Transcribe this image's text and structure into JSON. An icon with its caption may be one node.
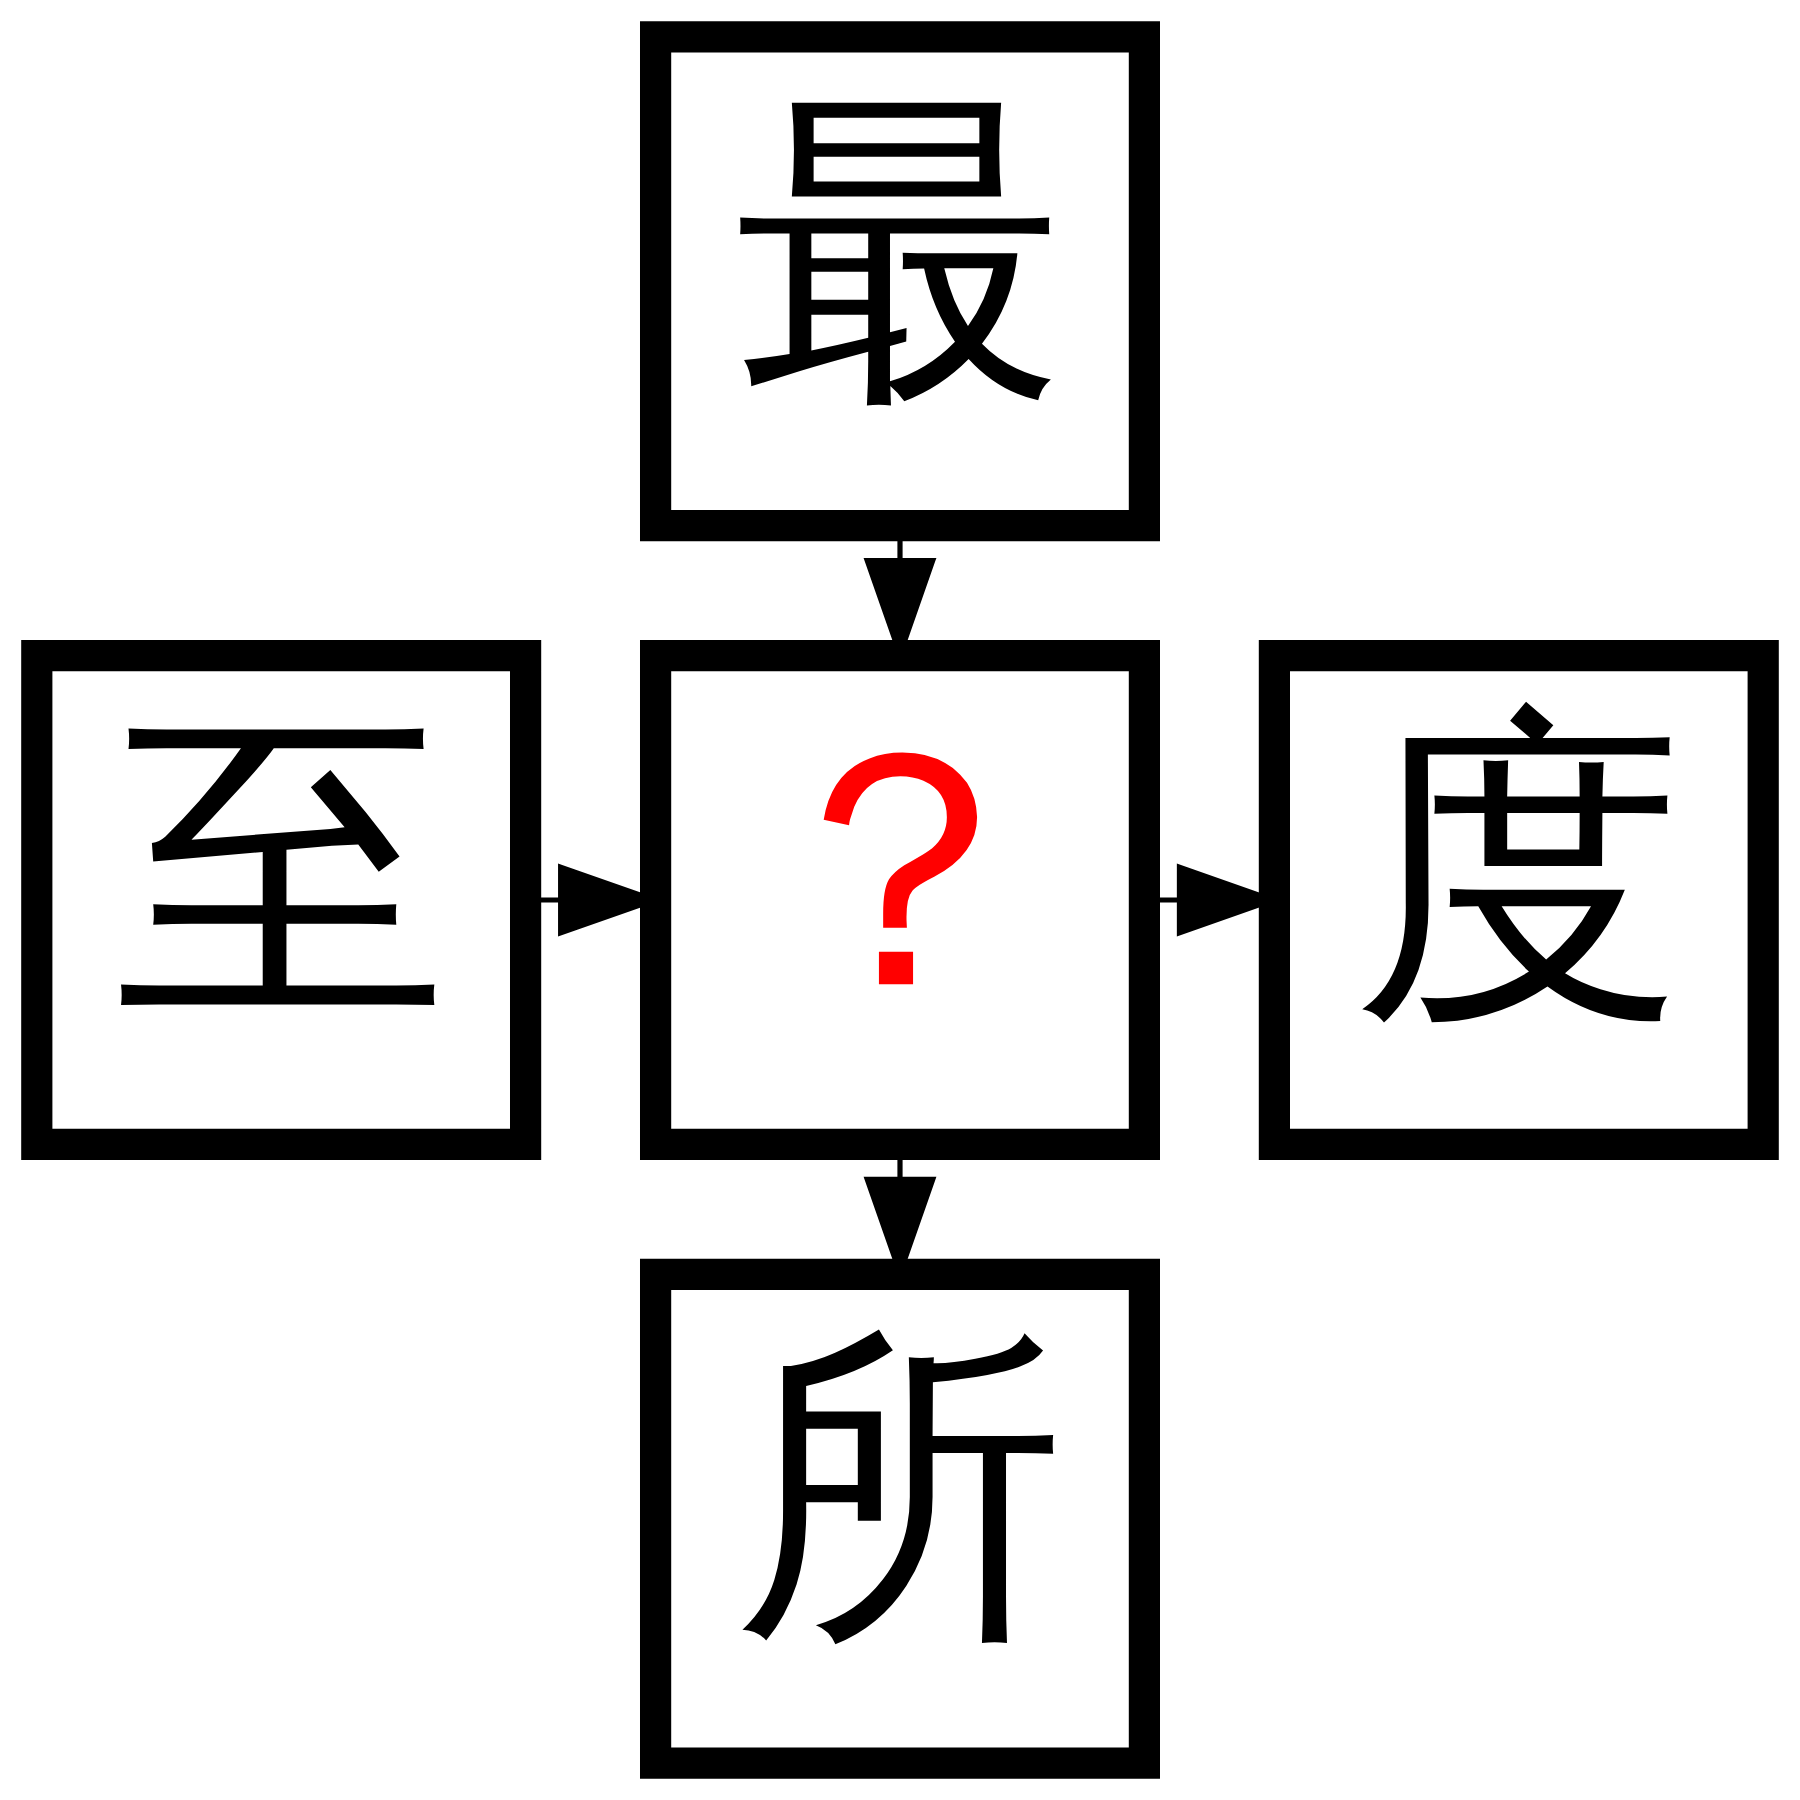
{
  "diagram": {
    "nodes": [
      {
        "text": [
          "最"
        ]
      },
      {
        "text": [
          "至"
        ]
      },
      {
        "text": [
          "？"
        ]
      },
      {
        "text": [
          "度"
        ]
      },
      {
        "text": [
          "所"
        ]
      }
    ],
    "edges": [
      {
        "from": 0,
        "to": 2,
        "arrow": "to"
      },
      {
        "from": 1,
        "to": 2,
        "arrow": "to"
      },
      {
        "from": 2,
        "to": 3,
        "arrow": "to"
      },
      {
        "from": 2,
        "to": 4,
        "arrow": "to"
      }
    ]
  }
}
